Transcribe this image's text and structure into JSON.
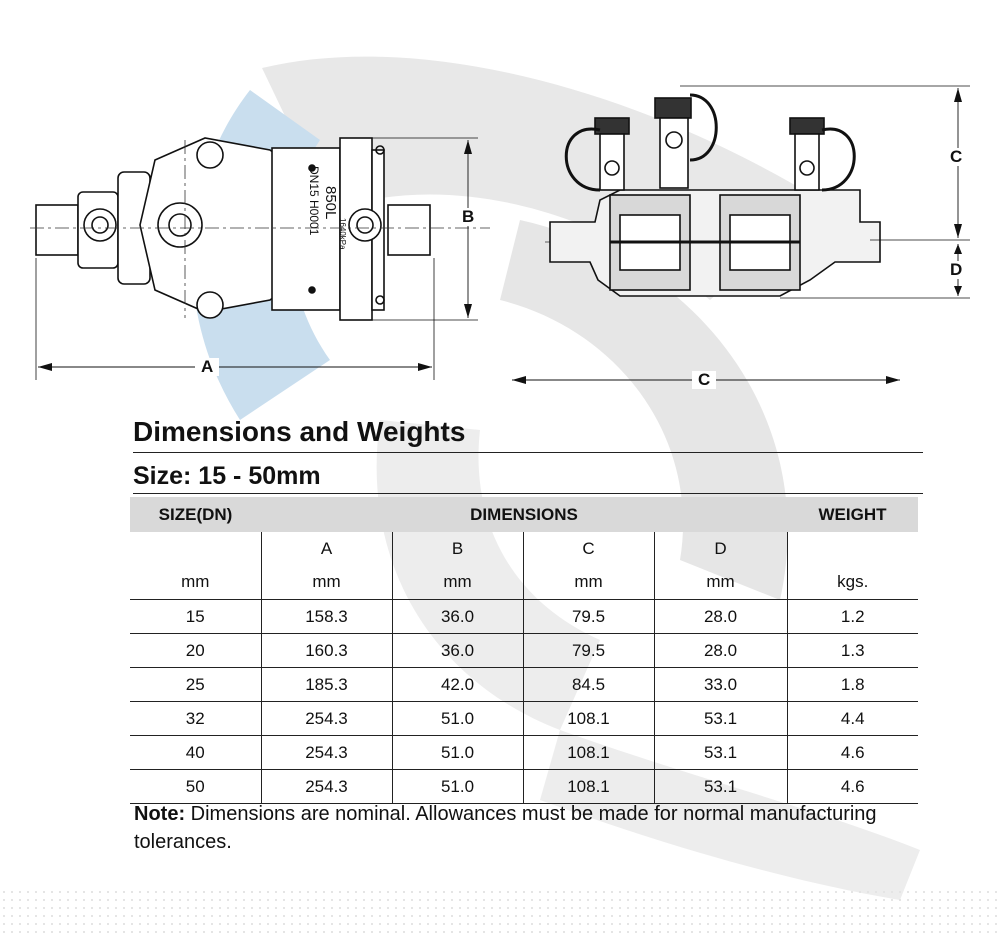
{
  "drawing": {
    "label_a": "A",
    "label_b": "B",
    "label_c_vertical": "C",
    "label_d": "D",
    "label_c_horizontal": "C",
    "valve_markings": [
      "850L",
      "DN15 H0001",
      "1640kPa"
    ],
    "watermark_icon": "circular-arrow-logo-watermark"
  },
  "heading": "Dimensions and Weights",
  "subheading": "Size: 15 - 50mm",
  "table": {
    "header": {
      "size": "SIZE(DN)",
      "dimensions": "DIMENSIONS",
      "weight": "WEIGHT"
    },
    "letters": [
      "",
      "A",
      "B",
      "C",
      "D",
      ""
    ],
    "units": [
      "mm",
      "mm",
      "mm",
      "mm",
      "mm",
      "kgs."
    ],
    "rows": [
      [
        "15",
        "158.3",
        "36.0",
        "79.5",
        "28.0",
        "1.2"
      ],
      [
        "20",
        "160.3",
        "36.0",
        "79.5",
        "28.0",
        "1.3"
      ],
      [
        "25",
        "185.3",
        "42.0",
        "84.5",
        "33.0",
        "1.8"
      ],
      [
        "32",
        "254.3",
        "51.0",
        "108.1",
        "53.1",
        "4.4"
      ],
      [
        "40",
        "254.3",
        "51.0",
        "108.1",
        "53.1",
        "4.6"
      ],
      [
        "50",
        "254.3",
        "51.0",
        "108.1",
        "53.1",
        "4.6"
      ]
    ]
  },
  "note": {
    "label": "Note:",
    "text": " Dimensions are nominal. Allowances must be made for normal manufacturing tolerances."
  },
  "colors": {
    "header_bg": "#d9d9d9",
    "watermark_blue": "#c7dced",
    "watermark_gray": "#e6e6e6",
    "rule": "#222222"
  }
}
